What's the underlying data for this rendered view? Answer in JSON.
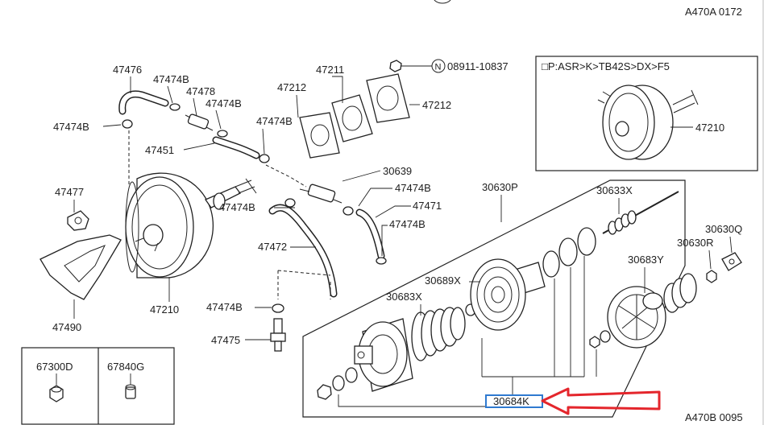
{
  "header": {
    "code": "A470A 0172"
  },
  "footer": {
    "code": "A470B 0095"
  },
  "symbol": {
    "n_mark": "N"
  },
  "inset": {
    "variant": "□P:ASR>K>TB42S>DX>F5",
    "part": "47210"
  },
  "callouts": [
    "47476",
    "47474B",
    "47478",
    "47474B",
    "47474B",
    "47474B",
    "47451",
    "47212",
    "47211",
    "47212",
    "08911-10837",
    "30639",
    "47474B",
    "47471",
    "47474B",
    "30630P",
    "30633X",
    "30630Q",
    "30630R",
    "30683Y",
    "30689X",
    "30683X",
    "47477",
    "47474B",
    "47472",
    "47210",
    "47474B",
    "47475",
    "47490",
    "67300D",
    "67840G",
    "30684K"
  ],
  "highlight": {
    "part": "30684K",
    "box_color": "#2f7ad0",
    "arrow_color": "#e4262c"
  }
}
